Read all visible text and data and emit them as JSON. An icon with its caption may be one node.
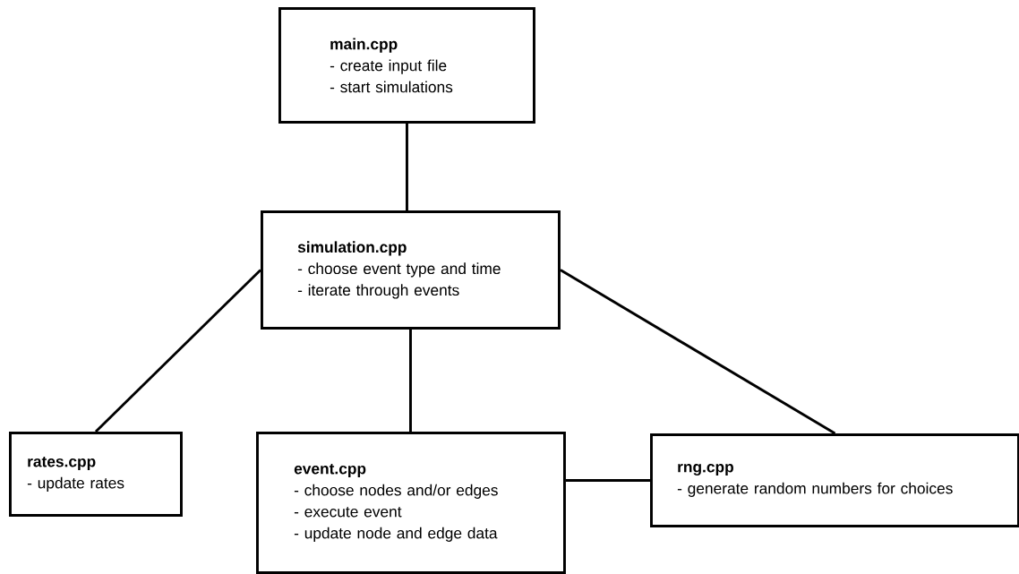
{
  "diagram": {
    "nodes": [
      {
        "text": [
          "main.cpp",
          "- create input file",
          "- start simulations"
        ]
      },
      {
        "text": [
          "simulation.cpp",
          "- choose event type and time",
          "- iterate through events"
        ]
      },
      {
        "text": [
          "rates.cpp",
          "- update rates"
        ]
      },
      {
        "text": [
          "event.cpp",
          "- choose nodes and/or edges",
          "- execute event",
          "- update node and edge data"
        ]
      },
      {
        "text": [
          "rng.cpp",
          "- generate random numbers for choices"
        ]
      }
    ],
    "edges": [
      {
        "from": 0,
        "to": 1,
        "arrow": "none"
      },
      {
        "from": 1,
        "to": 2,
        "arrow": "none"
      },
      {
        "from": 1,
        "to": 3,
        "arrow": "none"
      },
      {
        "from": 1,
        "to": 4,
        "arrow": "none"
      },
      {
        "from": 3,
        "to": 4,
        "arrow": "none"
      }
    ]
  }
}
